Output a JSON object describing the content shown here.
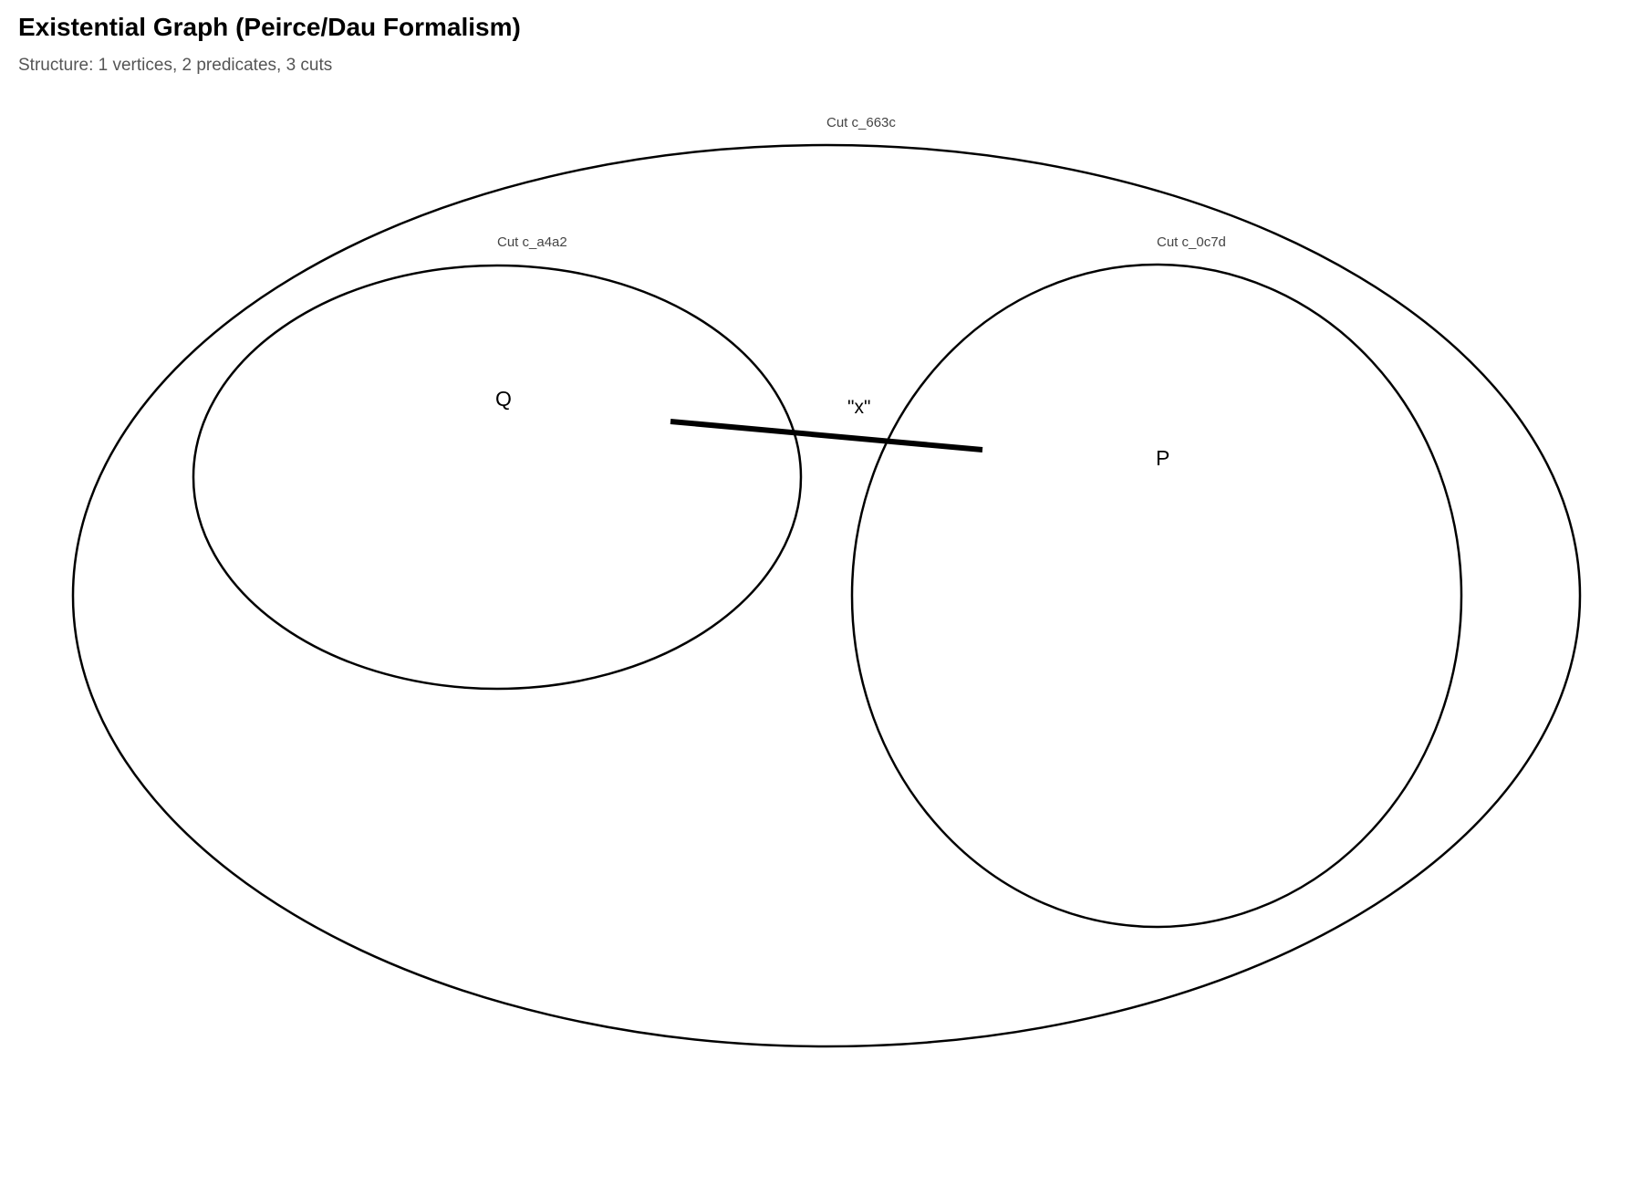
{
  "header": {
    "title": "Existential Graph (Peirce/Dau Formalism)",
    "subtitle": "Structure: 1 vertices, 2 predicates, 3 cuts"
  },
  "graph": {
    "cuts": [
      {
        "id": "outer",
        "label": "Cut c_663c"
      },
      {
        "id": "left",
        "label": "Cut c_a4a2"
      },
      {
        "id": "right",
        "label": "Cut c_0c7d"
      }
    ],
    "predicates": [
      {
        "id": "q",
        "label": "Q"
      },
      {
        "id": "p",
        "label": "P"
      }
    ],
    "vertices": [
      {
        "id": "x",
        "label": "\"x\""
      }
    ],
    "colors": {
      "stroke": "#000000",
      "cut_label": "#444444",
      "subtitle": "#555555"
    }
  }
}
